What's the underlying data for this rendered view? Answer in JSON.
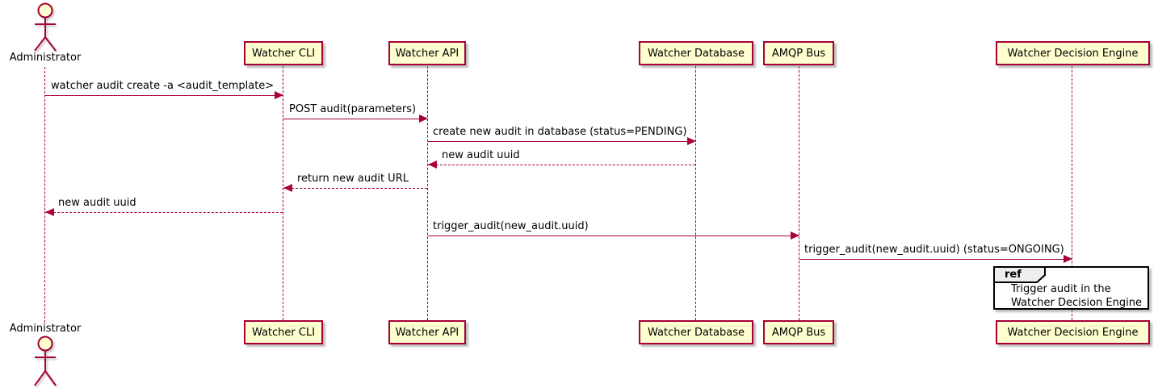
{
  "diagram": {
    "type": "uml-sequence-diagram",
    "colors": {
      "background": "#FFFFFF",
      "participant_fill": "#FEFECE",
      "stroke": "#A80036",
      "text": "#000000",
      "ref_border": "#000000",
      "ref_tab_fill": "#EEEEEE"
    },
    "actor": {
      "name": "Administrator"
    },
    "participants": [
      {
        "name": "Watcher CLI"
      },
      {
        "name": "Watcher API"
      },
      {
        "name": "Watcher Database"
      },
      {
        "name": "AMQP Bus"
      },
      {
        "name": "Watcher Decision Engine"
      }
    ],
    "messages": [
      {
        "from": "Administrator",
        "to": "Watcher CLI",
        "style": "solid",
        "label": "watcher audit create -a <audit_template>"
      },
      {
        "from": "Watcher CLI",
        "to": "Watcher API",
        "style": "solid",
        "label": "POST audit(parameters)"
      },
      {
        "from": "Watcher API",
        "to": "Watcher Database",
        "style": "solid",
        "label": "create new audit in database (status=PENDING)"
      },
      {
        "from": "Watcher Database",
        "to": "Watcher API",
        "style": "dashed",
        "label": "new audit uuid"
      },
      {
        "from": "Watcher API",
        "to": "Watcher CLI",
        "style": "dashed",
        "label": "return new audit URL"
      },
      {
        "from": "Watcher CLI",
        "to": "Administrator",
        "style": "dashed",
        "label": "new audit uuid"
      },
      {
        "from": "Watcher API",
        "to": "AMQP Bus",
        "style": "solid",
        "label": "trigger_audit(new_audit.uuid)"
      },
      {
        "from": "AMQP Bus",
        "to": "Watcher Decision Engine",
        "style": "solid",
        "label": "trigger_audit(new_audit.uuid) (status=ONGOING)"
      }
    ],
    "ref": {
      "keyword": "ref",
      "over": "Watcher Decision Engine",
      "lines": {
        "0": "Trigger audit in the",
        "1": "Watcher Decision Engine"
      }
    }
  }
}
